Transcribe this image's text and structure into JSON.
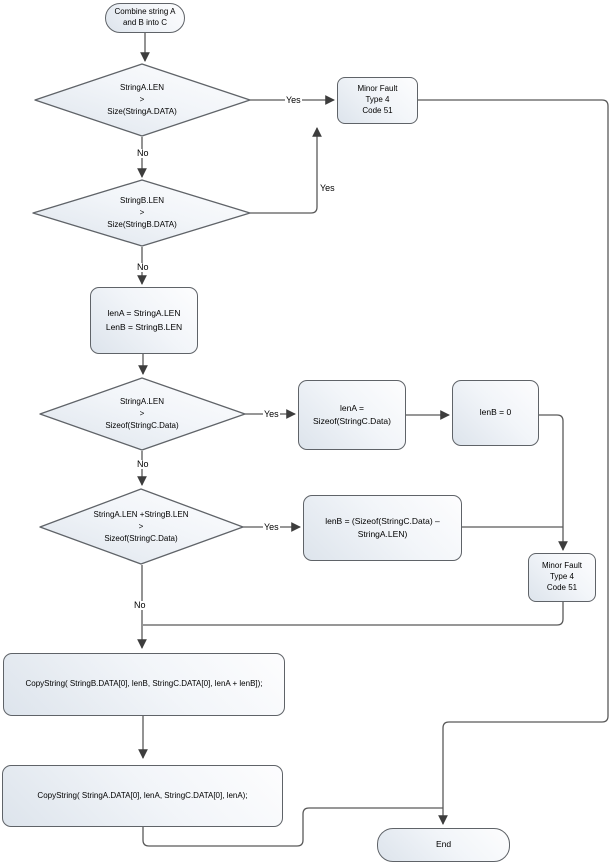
{
  "diagram_title": "Combine string A and B into C flowchart",
  "colors": {
    "node_fill_dark": "#dde4ec",
    "node_fill_light": "#fdfdfe",
    "node_border": "#5f6368",
    "connector": "#595959",
    "arrowhead": "#3d3d3d",
    "text": "#000000",
    "background": "#ffffff"
  },
  "nodes": {
    "start": "Combine string A\nand B into C",
    "decision_a": "StringA.LEN\n>\nSize(StringA.DATA)",
    "fault_top": "Minor Fault\nType 4\nCode 51",
    "decision_b": "StringB.LEN\n>\nSize(StringB.DATA)",
    "assign_lengths": "lenA = StringA.LEN\nLenB = StringB.LEN",
    "decision_a_overflow": "StringA.LEN\n>\nSizeof(StringC.Data)",
    "assign_lena_max": "lenA =\nSizeof(StringC.Data)",
    "assign_lenb_zero": "lenB = 0",
    "decision_ab_overflow": "StringA.LEN +StringB.LEN\n>\nSizeof(StringC.Data)",
    "assign_lenb_remainder": "lenB = (Sizeof(StringC.Data) –\nStringA.LEN)",
    "fault_right": "Minor Fault\nType 4\nCode 51",
    "copy_string_b": "CopyString( StringB.DATA[0], lenB, StringC.DATA[0], lenA + lenB]);",
    "copy_string_a": "CopyString( StringA.DATA[0], lenA, StringC.DATA[0], lenA);",
    "end": "End"
  },
  "edge_labels": {
    "yes": "Yes",
    "no": "No"
  }
}
